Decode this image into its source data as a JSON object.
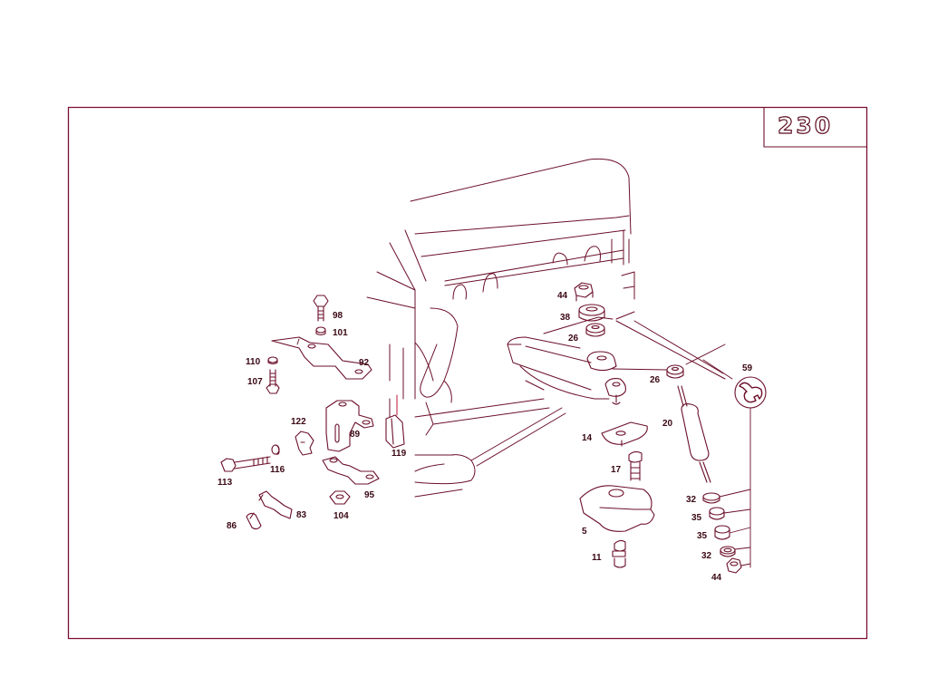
{
  "diagram": {
    "model_badge": "230",
    "colors": {
      "line": "#6b0f2a",
      "label": "#3a0814",
      "frame": "#7a1030",
      "background": "#ffffff"
    },
    "part_labels": {
      "p44_top": "44",
      "p38": "38",
      "p26_left": "26",
      "p26_right": "26",
      "p59": "59",
      "p20": "20",
      "p14": "14",
      "p17": "17",
      "p5": "5",
      "p11": "11",
      "p32_top": "32",
      "p35_top": "35",
      "p35_bottom": "35",
      "p32_bottom": "32",
      "p44_bottom": "44",
      "p98": "98",
      "p101": "101",
      "p110": "110",
      "p92": "92",
      "p107": "107",
      "p122": "122",
      "p89": "89",
      "p119": "119",
      "p113": "113",
      "p116": "116",
      "p95": "95",
      "p83": "83",
      "p104": "104",
      "p86": "86"
    },
    "icons": {
      "wrench_symbol": "wrench-icon"
    }
  }
}
